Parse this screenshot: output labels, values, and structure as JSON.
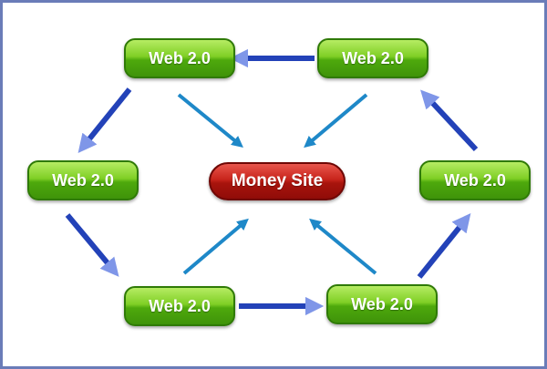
{
  "hub": {
    "label": "Money Site"
  },
  "nodes": [
    {
      "id": "top-left",
      "label": "Web 2.0"
    },
    {
      "id": "top-right",
      "label": "Web 2.0"
    },
    {
      "id": "left",
      "label": "Web 2.0"
    },
    {
      "id": "right",
      "label": "Web 2.0"
    },
    {
      "id": "bottom-left",
      "label": "Web 2.0"
    },
    {
      "id": "bottom-right",
      "label": "Web 2.0"
    }
  ],
  "colors": {
    "border": "#6a7cb8",
    "node_green": "#5cb81a",
    "hub_red": "#b51d14",
    "ring_arrow": "#1d3fb0",
    "hub_arrow": "#1e88c8"
  }
}
